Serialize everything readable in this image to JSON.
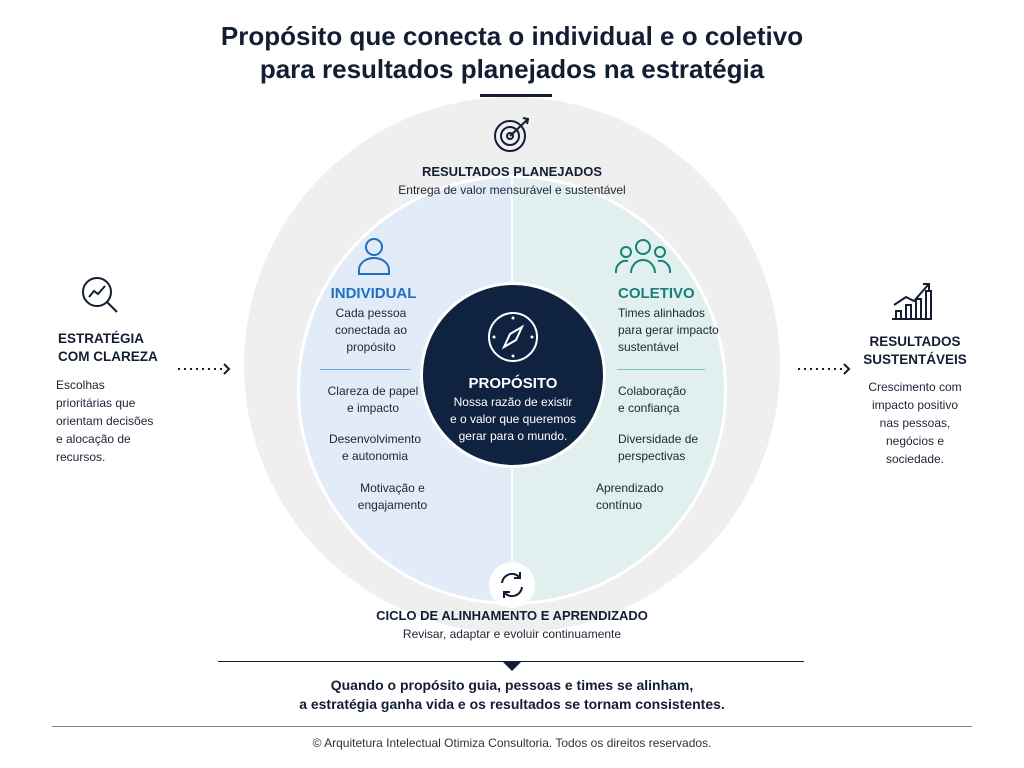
{
  "title": {
    "line1": "Propósito que conecta o individual e o coletivo",
    "line2": "para resultados planejados na estratégia"
  },
  "top": {
    "heading": "RESULTADOS PLANEJADOS",
    "sub": "Entrega de valor mensurável e sustentável"
  },
  "individual": {
    "heading": "INDIVIDUAL",
    "desc": [
      "Cada pessoa",
      "conectada ao",
      "propósito"
    ],
    "items": [
      [
        "Clareza de papel",
        "e impacto"
      ],
      [
        "Desenvolvimento",
        "e autonomia"
      ],
      [
        "Motivação e",
        "engajamento"
      ]
    ]
  },
  "coletivo": {
    "heading": "COLETIVO",
    "desc": [
      "Times alinhados",
      "para gerar impacto",
      "sustentável"
    ],
    "items": [
      [
        "Colaboração",
        "e confiança"
      ],
      [
        "Diversidade de",
        "perspectivas"
      ],
      [
        "Aprendizado",
        "contínuo"
      ]
    ]
  },
  "core": {
    "heading": "PROPÓSITO",
    "lines": [
      "Nossa razão de existir",
      "e o valor que queremos",
      "gerar para o mundo."
    ]
  },
  "left": {
    "heading": [
      "ESTRATÉGIA",
      "COM CLAREZA"
    ],
    "lines": [
      "Escolhas",
      "prioritárias que",
      "orientam decisões",
      "e alocação de",
      "recursos."
    ]
  },
  "right": {
    "heading": [
      "RESULTADOS",
      "SUSTENTÁVEIS"
    ],
    "lines": [
      "Crescimento com",
      "impacto positivo",
      "nas pessoas,",
      "negócios e",
      "sociedade."
    ]
  },
  "cycle": {
    "heading": "CICLO DE ALINHAMENTO E APRENDIZADO",
    "sub": "Revisar, adaptar e evoluir continuamente"
  },
  "conclusion": {
    "line1": "Quando o propósito guia, pessoas e times se alinham,",
    "line2": "a estratégia ganha vida e os resultados se tornam consistentes."
  },
  "footer": "© Arquitetura Intelectual Otimiza Consultoria. Todos os direitos reservados.",
  "colors": {
    "navy": "#0f2340",
    "blue": "#1f6fc5",
    "teal": "#1a8077"
  }
}
